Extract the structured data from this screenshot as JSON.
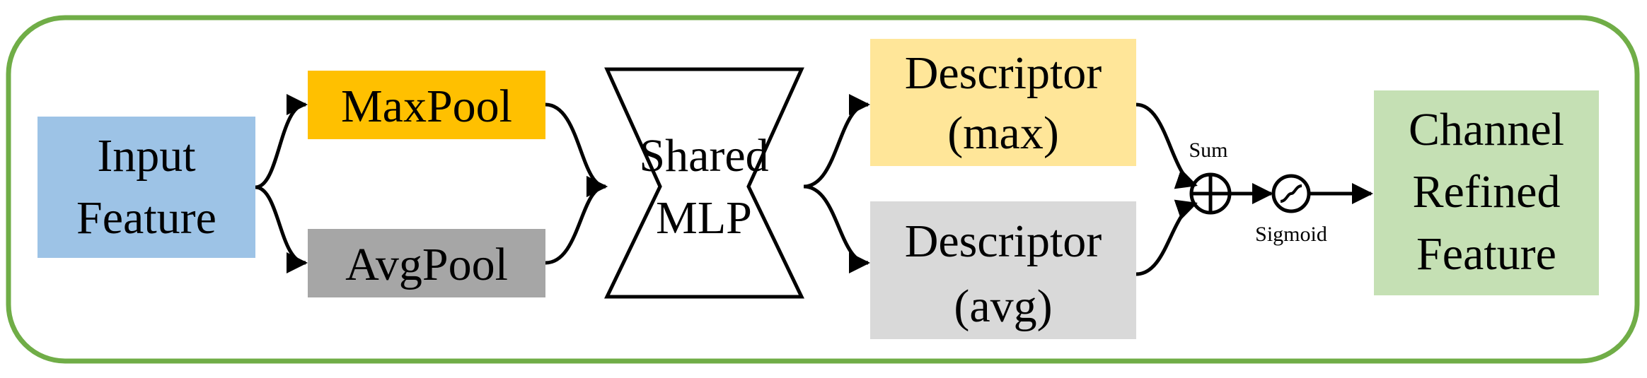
{
  "colors": {
    "frame": "#70AD47",
    "input_feature": "#9DC3E6",
    "maxpool": "#FFC000",
    "avgpool": "#A6A6A6",
    "descriptor_max": "#FFE699",
    "descriptor_avg": "#D9D9D9",
    "output_feature": "#C5E0B4"
  },
  "nodes": {
    "input_feature": {
      "line1": "Input",
      "line2": "Feature"
    },
    "maxpool": {
      "label": "MaxPool"
    },
    "avgpool": {
      "label": "AvgPool"
    },
    "shared_mlp": {
      "line1": "Shared",
      "line2": "MLP"
    },
    "descriptor_max": {
      "line1": "Descriptor",
      "line2": "(max)"
    },
    "descriptor_avg": {
      "line1": "Descriptor",
      "line2": "(avg)"
    },
    "sum": {
      "label": "Sum",
      "icon": "circle-plus-icon"
    },
    "sigmoid": {
      "label": "Sigmoid",
      "icon": "sigmoid-icon"
    },
    "output_feature": {
      "line1": "Channel",
      "line2": "Refined",
      "line3": "Feature"
    }
  }
}
